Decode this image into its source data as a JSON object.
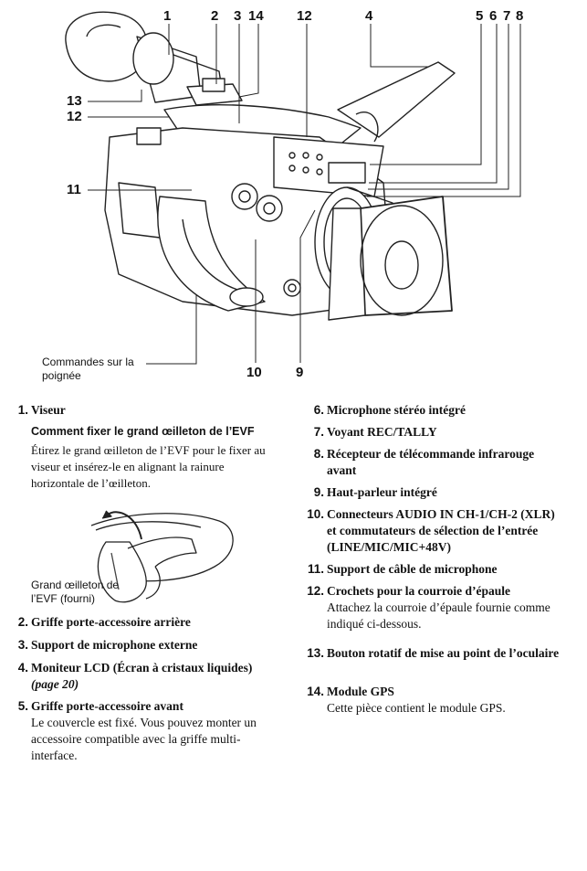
{
  "figure": {
    "callouts": [
      "1",
      "2",
      "3",
      "14",
      "12",
      "4",
      "5",
      "6",
      "7",
      "8",
      "13",
      "12",
      "11",
      "10",
      "9"
    ],
    "grip_caption": "Commandes sur la poignée"
  },
  "items_left": [
    {
      "num": "1.",
      "title": "Viseur"
    },
    {
      "num": "2.",
      "title": "Griffe porte-accessoire arrière"
    },
    {
      "num": "3.",
      "title": "Support de microphone externe"
    },
    {
      "num": "4.",
      "title": "Moniteur LCD (Écran à cristaux liquides)",
      "ref": "(page 20)"
    },
    {
      "num": "5.",
      "title": "Griffe porte-accessoire avant",
      "desc": "Le couvercle est fixé. Vous pouvez monter un accessoire compatible avec la griffe multi-interface."
    }
  ],
  "evf": {
    "subhead": "Comment fixer le grand œilleton de l’EVF",
    "text": "Étirez le grand œilleton de l’EVF pour le fixer au viseur et insérez-le en alignant la rainure horizontale de l’œilleton.",
    "caption": "Grand œilleton de l’EVF (fourni)"
  },
  "items_right": [
    {
      "num": "6.",
      "title": "Microphone stéréo intégré"
    },
    {
      "num": "7.",
      "title": "Voyant REC/TALLY"
    },
    {
      "num": "8.",
      "title": "Récepteur de télécommande infrarouge avant"
    },
    {
      "num": "9.",
      "title": "Haut-parleur intégré"
    },
    {
      "num": "10.",
      "title": "Connecteurs AUDIO IN CH-1/CH-2 (XLR) et commutateurs de sélection de l’entrée (LINE/MIC/MIC+48V)"
    },
    {
      "num": "11.",
      "title": "Support de câble de microphone"
    },
    {
      "num": "12.",
      "title": "Crochets pour la courroie d’épaule",
      "desc": "Attachez la courroie d’épaule fournie comme indiqué ci-dessous."
    },
    {
      "num": "13.",
      "title": "Bouton rotatif de mise au point de l’oculaire"
    },
    {
      "num": "14.",
      "title": "Module GPS",
      "desc": "Cette pièce contient le module GPS."
    }
  ]
}
